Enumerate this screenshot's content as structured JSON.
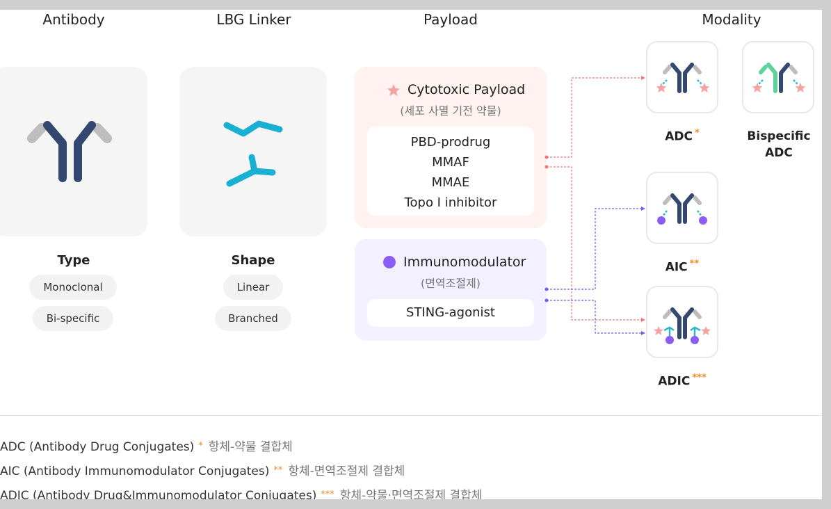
{
  "columns": {
    "antibody": "Antibody",
    "linker": "LBG Linker",
    "payload": "Payload",
    "modality": "Modality"
  },
  "antibody": {
    "type_label": "Type",
    "types": [
      "Monoclonal",
      "Bi-specific"
    ]
  },
  "linker": {
    "shape_label": "Shape",
    "shapes": [
      "Linear",
      "Branched"
    ]
  },
  "payload": {
    "cytotoxic": {
      "title": "Cytotoxic Payload",
      "subtitle": "(세포 사멸 기전 약물)",
      "items": [
        "PBD-prodrug",
        "MMAF",
        "MMAE",
        "Topo I inhibitor"
      ]
    },
    "immuno": {
      "title": "Immunomodulator",
      "subtitle": "(면역조절제)",
      "items": [
        "STING-agonist"
      ]
    }
  },
  "modality": {
    "adc": {
      "name": "ADC",
      "mark": "*"
    },
    "bispecific": {
      "line1": "Bispecific",
      "line2": "ADC"
    },
    "aic": {
      "name": "AIC",
      "mark": "**"
    },
    "adic": {
      "name": "ADIC",
      "mark": "***"
    }
  },
  "legend": [
    {
      "term": "ADC (Antibody Drug Conjugates)",
      "mark": "*",
      "desc": "항체-약물 결합체"
    },
    {
      "term": "AIC (Antibody Immunomodulator Conjugates)",
      "mark": "**",
      "desc": "항체-면역조절제 결합체"
    },
    {
      "term": "ADIC (Antibody Drug&Immunomodulator Conjugates)",
      "mark": "***",
      "desc": "항체-약물·면역조절제 결합체"
    }
  ],
  "colors": {
    "antibody_dark": "#34476e",
    "antibody_grey": "#bdbdbd",
    "linker_cyan": "#1ab0d4",
    "cytotoxic_star": "#f4a3a3",
    "immuno_purple": "#8b5cf6",
    "cytotoxic_bg": "#fff2f0",
    "immuno_bg": "#f3f0ff",
    "bispecific_green": "#5fd39a",
    "asterisk_orange": "#f08a24"
  }
}
